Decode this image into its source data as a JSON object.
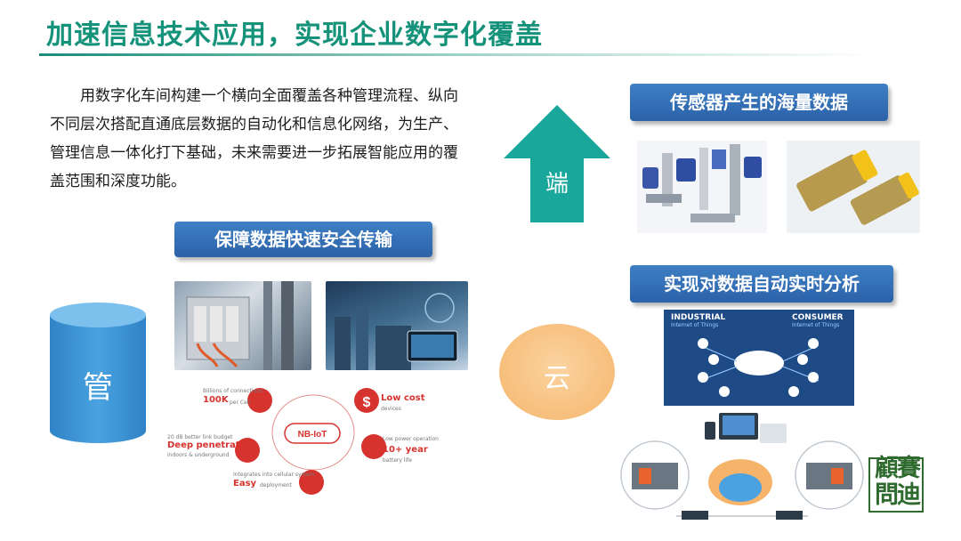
{
  "title": "加速信息技术应用，实现企业数字化覆盖",
  "intro": "用数字化车间构建一个横向全面覆盖各种管理流程、纵向不同层次搭配直通底层数据的自动化和信息化网络，为生产、管理信息一体化打下基础，未来需要进一步拓展智能应用的覆盖范围和深度功能。",
  "banners": {
    "transmit": "保障数据快速安全传输",
    "sensor": "传感器产生的海量数据",
    "analysis": "实现对数据自动实时分析"
  },
  "shapes": {
    "arrow_label": "端",
    "cylinder_label": "管",
    "cloud_label": "云"
  },
  "iot": {
    "industrial_title": "INDUSTRIAL",
    "industrial_sub": "Internet of Things",
    "consumer_title": "CONSUMER",
    "consumer_sub": "Internet of Things"
  },
  "nbiot": {
    "center": "NB-IoT",
    "connections_caption": "Billions of connections",
    "connections_value": "100K",
    "connections_unit": "per Cell",
    "cost_value": "Low cost",
    "cost_caption": "devices",
    "penetration_caption": "20 dB better link budget",
    "penetration_value": "Deep penetration",
    "penetration_sub": "indoors & underground",
    "power_caption": "Low power operation",
    "power_value": "10+ year",
    "power_sub": "battery life",
    "deploy_caption": "Integrates into cellular system",
    "deploy_value": "Easy",
    "deploy_sub": "deployment"
  },
  "logo": "顧賽問迪",
  "colors": {
    "title": "#15927a",
    "banner": "#2b62a8",
    "arrow": "#1aa79b",
    "cylinder": "#3a8fd0",
    "cloud": "#f5b56b",
    "nbiot_red": "#d6332e"
  }
}
